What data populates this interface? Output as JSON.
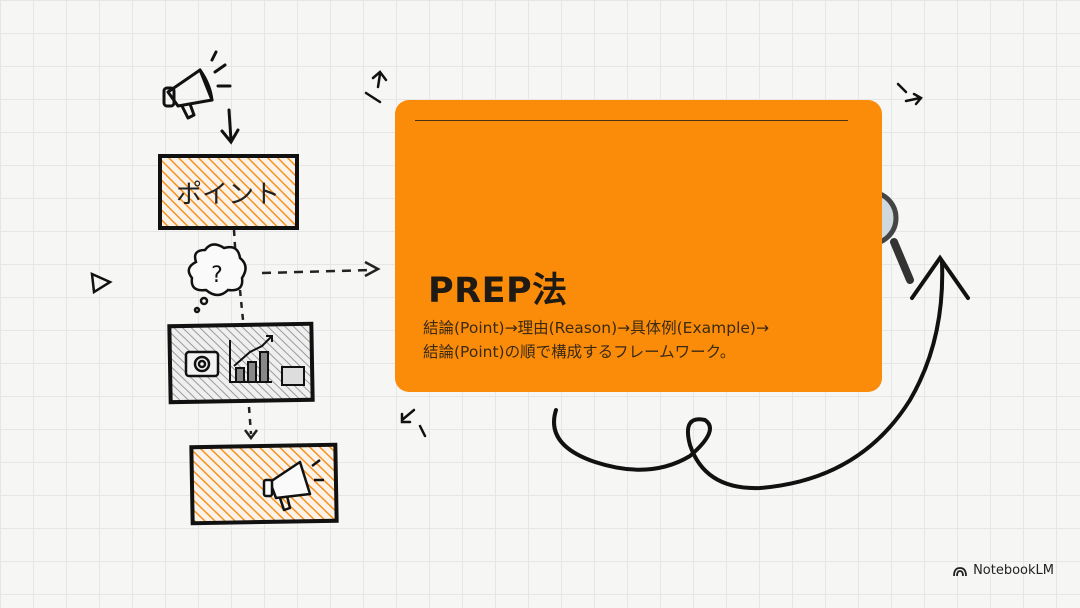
{
  "card": {
    "title": "PREP法",
    "description_lines": [
      "結論(Point)→理由(Reason)→具体例(Example)→",
      "結論(Point)の順で構成するフレームワーク。"
    ]
  },
  "flow": {
    "point_label": "ポイント",
    "question_mark": "?"
  },
  "brand": {
    "name": "NotebookLM"
  },
  "colors": {
    "accent": "#fb8c0a",
    "ink": "#1f1a14",
    "hatch_gray": "#9a9a9a"
  }
}
